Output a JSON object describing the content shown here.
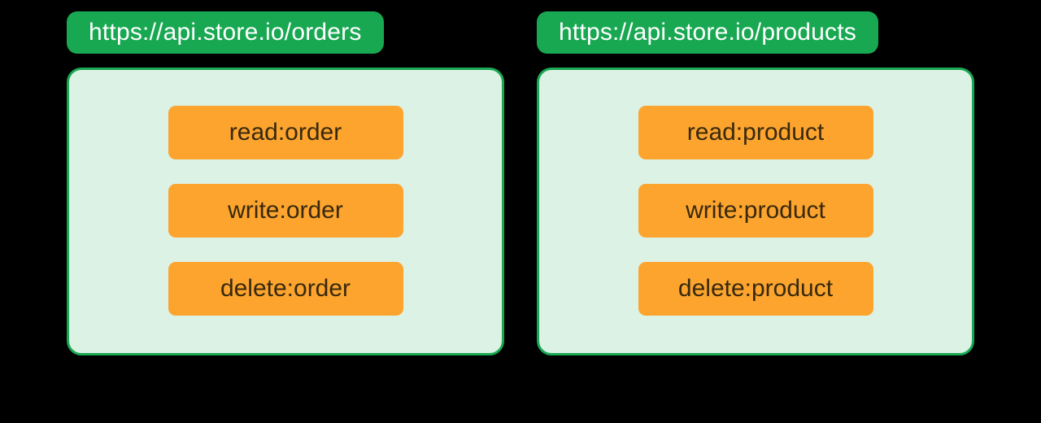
{
  "colors": {
    "background": "#000000",
    "green": "#19A852",
    "panel_fill": "#DCF2E5",
    "orange": "#FCA42E",
    "scope_text": "#38290D",
    "url_text": "#FFFFFF"
  },
  "apis": [
    {
      "url": "https://api.store.io/orders",
      "scopes": [
        "read:order",
        "write:order",
        "delete:order"
      ]
    },
    {
      "url": "https://api.store.io/products",
      "scopes": [
        "read:product",
        "write:product",
        "delete:product"
      ]
    }
  ]
}
